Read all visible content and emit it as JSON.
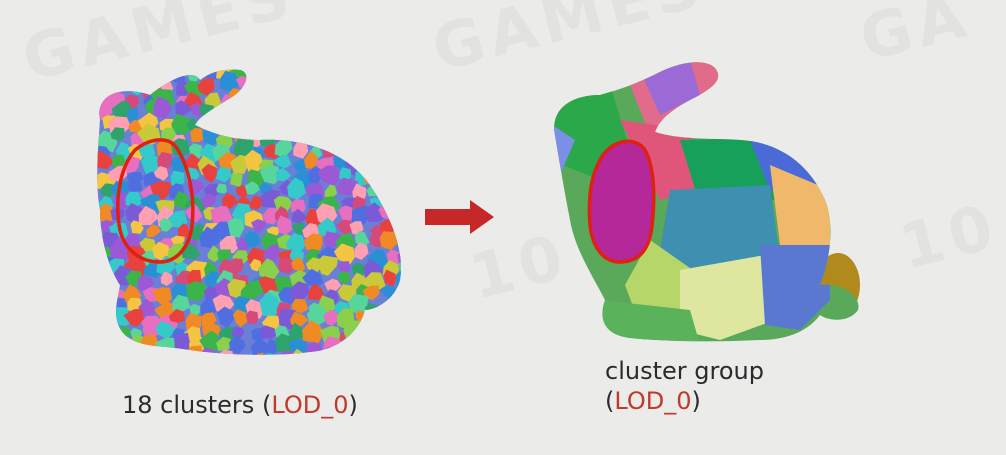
{
  "left_caption": {
    "count": "18 clusters",
    "open": "(",
    "lod": "LOD_0",
    "close": ")"
  },
  "right_caption": {
    "line1": "cluster group",
    "open": "(",
    "lod": "LOD_0",
    "close": ")"
  },
  "colors": {
    "background": "#ebebe9",
    "arrow": "#c62828",
    "highlight_outline": "#e02010",
    "lod_text": "#c0392b"
  }
}
